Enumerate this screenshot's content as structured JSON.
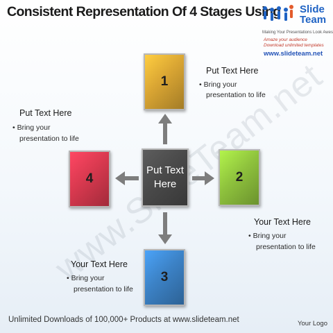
{
  "header": {
    "title": "Consistent Representation Of 4 Stages Using"
  },
  "brand": {
    "name": "Slide Team",
    "tagline": "Making Your Presentations Look Awesome",
    "promo_line1": "Amaze your audience",
    "promo_line2": "Download unlimited templates",
    "site": "www.slideteam.net"
  },
  "stages": {
    "center": {
      "line1": "Put Text",
      "line2": "Here",
      "color": "#4a4a4a"
    },
    "s1": {
      "label": "1",
      "color": "#d9a533"
    },
    "s2": {
      "label": "2",
      "color": "#8fc33d"
    },
    "s3": {
      "label": "3",
      "color": "#3c82c6"
    },
    "s4": {
      "label": "4",
      "color": "#d8394f"
    }
  },
  "text_blocks": {
    "top_right": {
      "title": "Put Text Here",
      "bullet1": "• Bring your",
      "bullet2": "presentation to life"
    },
    "left": {
      "title": "Put Text Here",
      "bullet1": "• Bring your",
      "bullet2": "presentation to life"
    },
    "right": {
      "title": "Your Text Here",
      "bullet1": "• Bring your",
      "bullet2": "presentation to life"
    },
    "bottom": {
      "title": "Your Text Here",
      "bullet1": "• Bring your",
      "bullet2": "presentation to life"
    }
  },
  "watermark": "www.SlideTeam.net",
  "footer": {
    "text": "Unlimited Downloads of 100,000+ Products at www.slideteam.net",
    "logo": "Your Logo"
  }
}
